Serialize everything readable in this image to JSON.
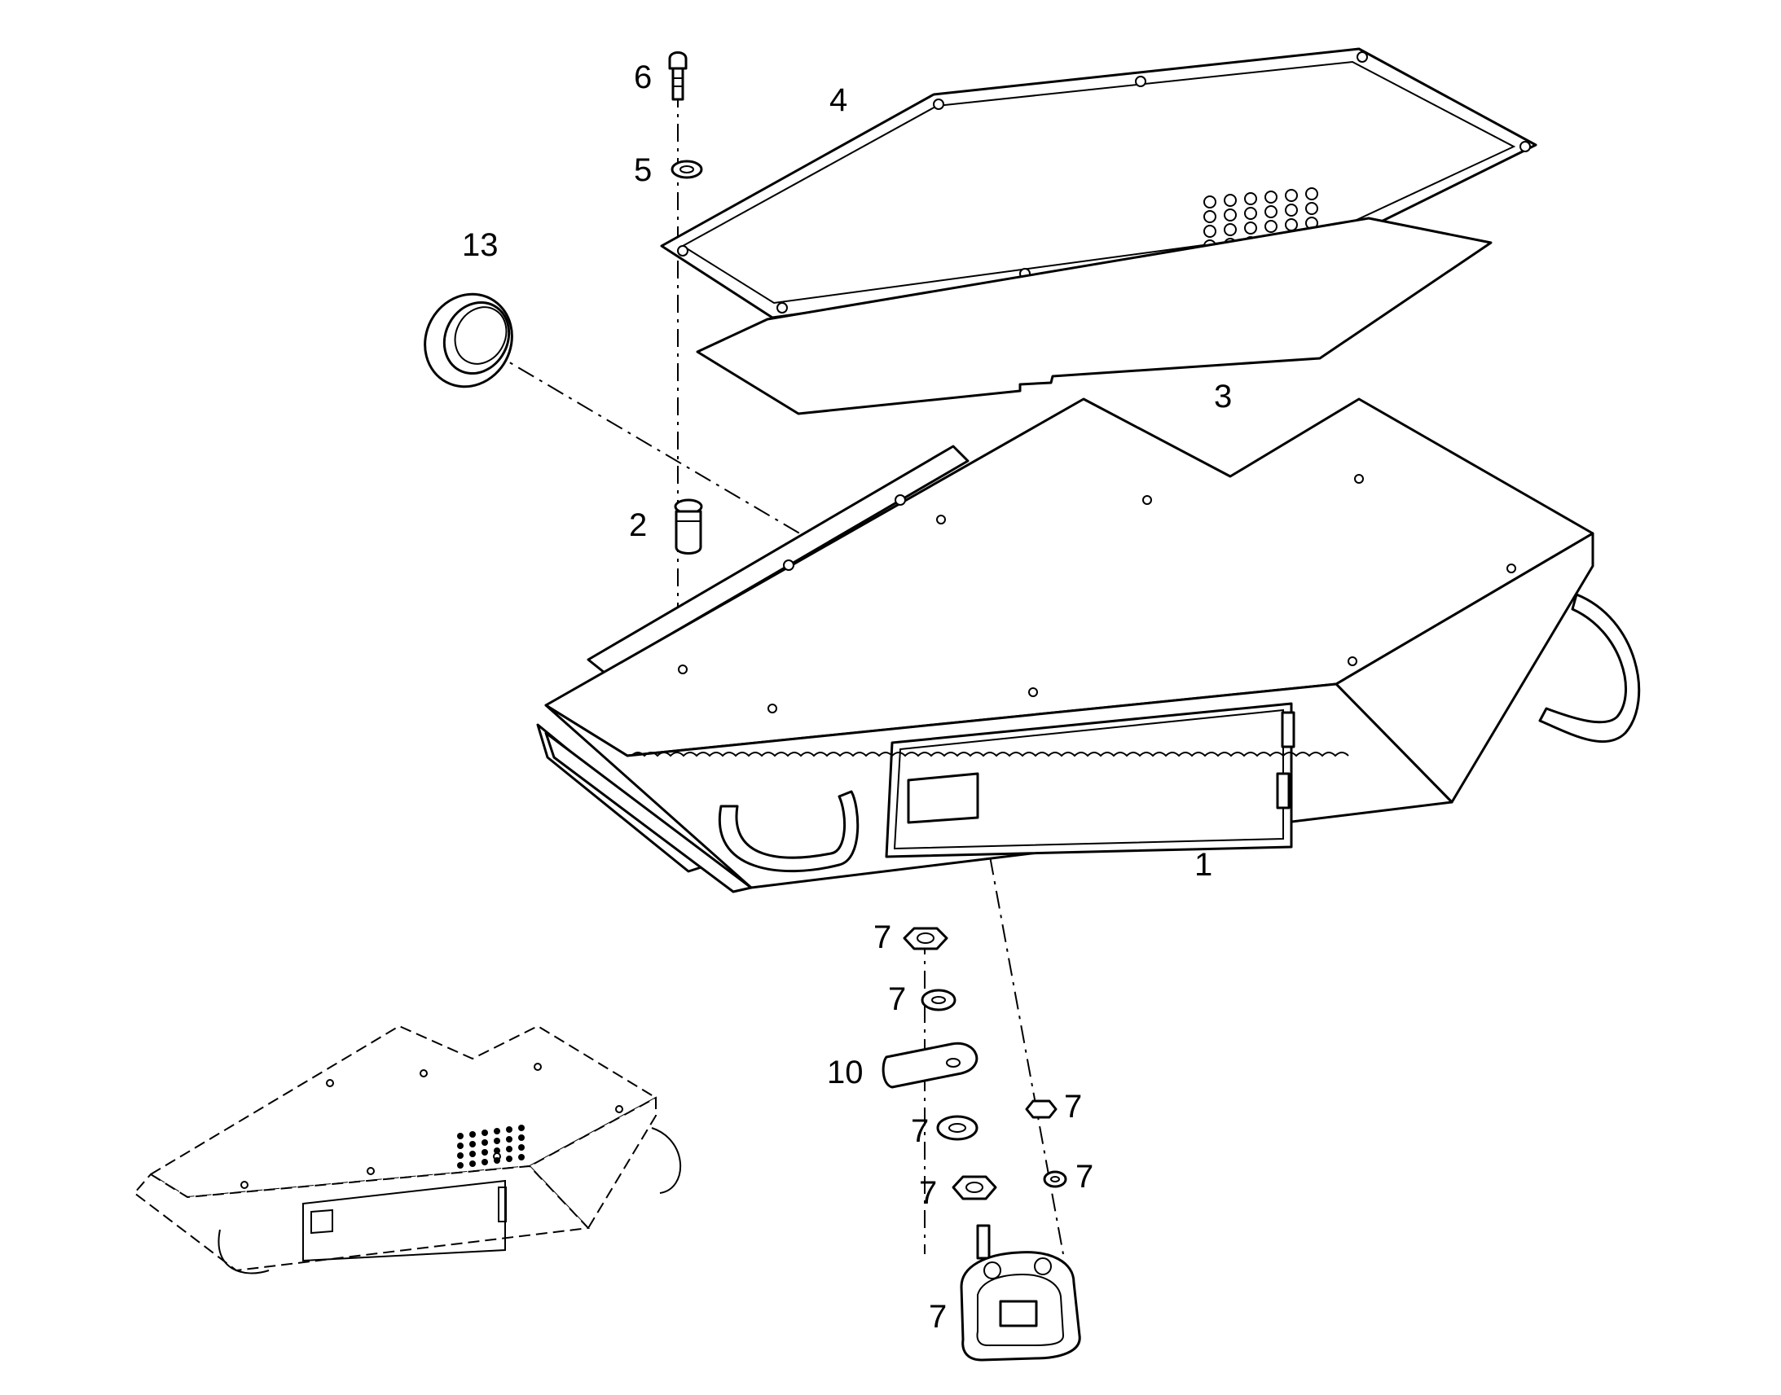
{
  "diagram": {
    "callouts": [
      {
        "id": "c6",
        "text": "6"
      },
      {
        "id": "c4",
        "text": "4"
      },
      {
        "id": "c5",
        "text": "5"
      },
      {
        "id": "c13",
        "text": "13"
      },
      {
        "id": "c3",
        "text": "3"
      },
      {
        "id": "c2",
        "text": "2"
      },
      {
        "id": "c1",
        "text": "1"
      },
      {
        "id": "c7a",
        "text": "7"
      },
      {
        "id": "c7b",
        "text": "7"
      },
      {
        "id": "c10",
        "text": "10"
      },
      {
        "id": "c7c",
        "text": "7"
      },
      {
        "id": "c7d",
        "text": "7"
      },
      {
        "id": "c7e",
        "text": "7"
      },
      {
        "id": "c7f",
        "text": "7"
      },
      {
        "id": "c7g",
        "text": "7"
      }
    ]
  }
}
